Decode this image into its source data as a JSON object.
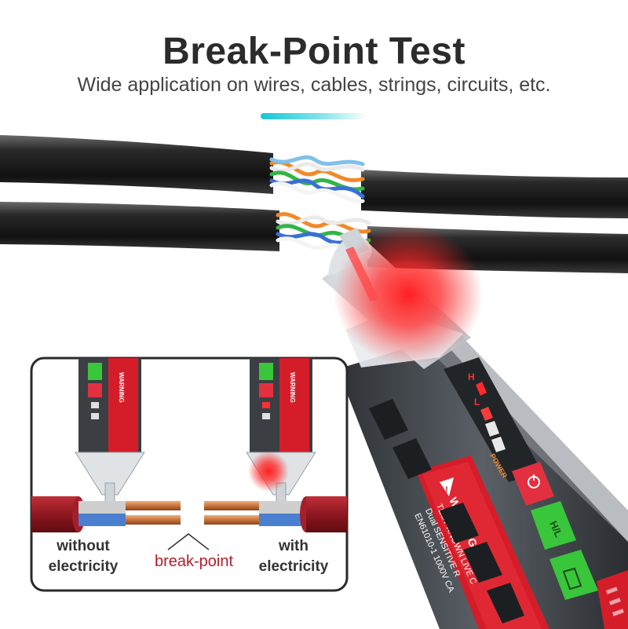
{
  "heading": {
    "title": "Break-Point Test",
    "subtitle": "Wide application on wires, cables, strings, circuits, etc."
  },
  "colors": {
    "accent": "#18c6d6",
    "cable": "#1f1f1f",
    "alert_red": "#ff1e1e",
    "body_red": "#d51d2a",
    "button_green": "#39c63a",
    "copper": "#c9733b",
    "break_label": "#b21e2a"
  },
  "tester": {
    "warning_label": "WARNING:",
    "fine_print_1": "TEST KNOWN LIVE C",
    "fine_print_2": "Dual SENSITIVE R",
    "fine_print_3": "EN61010-1 1000V CA",
    "power_label": "POWER",
    "indicator_h": "H",
    "indicator_l": "L",
    "button_hl": "H/L",
    "icon_power": "power-icon",
    "icon_flashlight_beep": "flashlight-beep-icon",
    "icon_warning": "warning-triangle-icon"
  },
  "inset": {
    "left_caption_1": "without",
    "left_caption_2": "electricity",
    "middle_caption": "break-point",
    "right_caption_1": "with",
    "right_caption_2": "electricity",
    "mini_warning": "WARNING"
  }
}
